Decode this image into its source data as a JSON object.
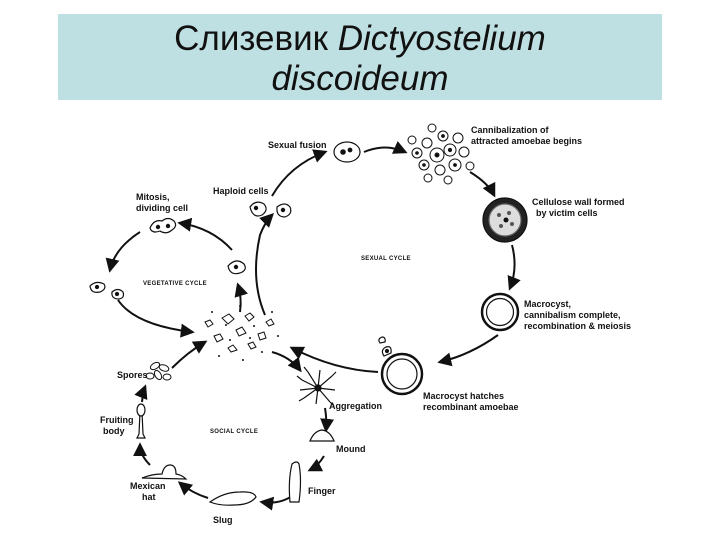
{
  "title": {
    "line1_plain": "Слизевик ",
    "line1_italic": "Dictyostelium",
    "line2_italic": "discoideum"
  },
  "labels": {
    "sexual_fusion": "Sexual fusion",
    "cannibalization_l1": "Cannibalization of",
    "cannibalization_l2": "attracted amoebae begins",
    "cellulose_l1": "Cellulose wall formed",
    "cellulose_l2": "by victim cells",
    "haploid": "Haploid cells",
    "mitosis_l1": "Mitosis,",
    "mitosis_l2": "dividing cell",
    "sexual_cycle": "SEXUAL CYCLE",
    "vegetative_cycle": "VEGETATIVE CYCLE",
    "macrocyst_l1": "Macrocyst,",
    "macrocyst_l2": "cannibalism complete,",
    "macrocyst_l3": "recombination & meiosis",
    "spores": "Spores",
    "hatches_l1": "Macrocyst hatches",
    "hatches_l2": "recombinant amoebae",
    "aggregation": "Aggregation",
    "fruiting_l1": "Fruiting",
    "fruiting_l2": "body",
    "social_cycle": "SOCIAL CYCLE",
    "mound": "Mound",
    "finger": "Finger",
    "mexican_l1": "Mexican",
    "mexican_l2": "hat",
    "slug": "Slug"
  }
}
